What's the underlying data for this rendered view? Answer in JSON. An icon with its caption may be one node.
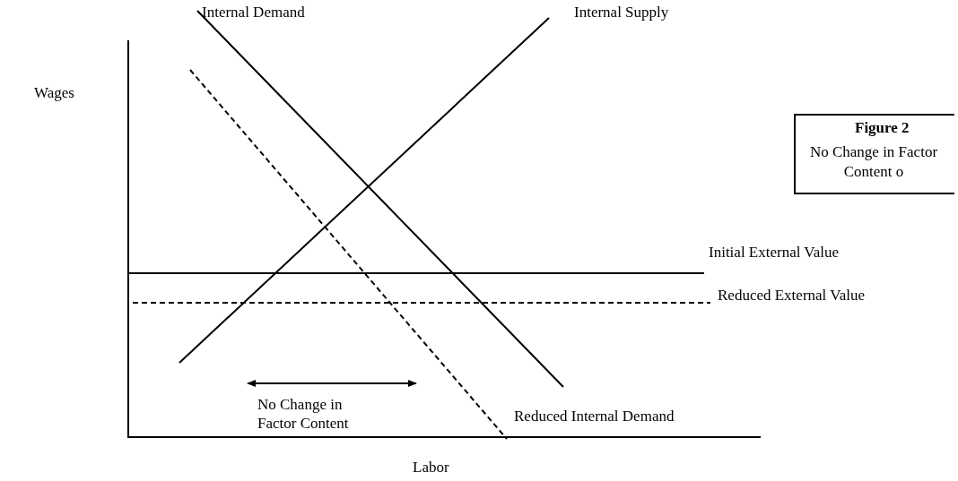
{
  "diagram": {
    "nodes": [
      {
        "text": [
          "Figure 2",
          "No Change in Factor Content o"
        ]
      }
    ],
    "labels": [
      "Internal Demand",
      "Internal Supply",
      "Wages",
      "Initial External Value",
      "Reduced External Value",
      "No Change in Factor Content",
      "Reduced Internal Demand",
      "Labor"
    ]
  }
}
